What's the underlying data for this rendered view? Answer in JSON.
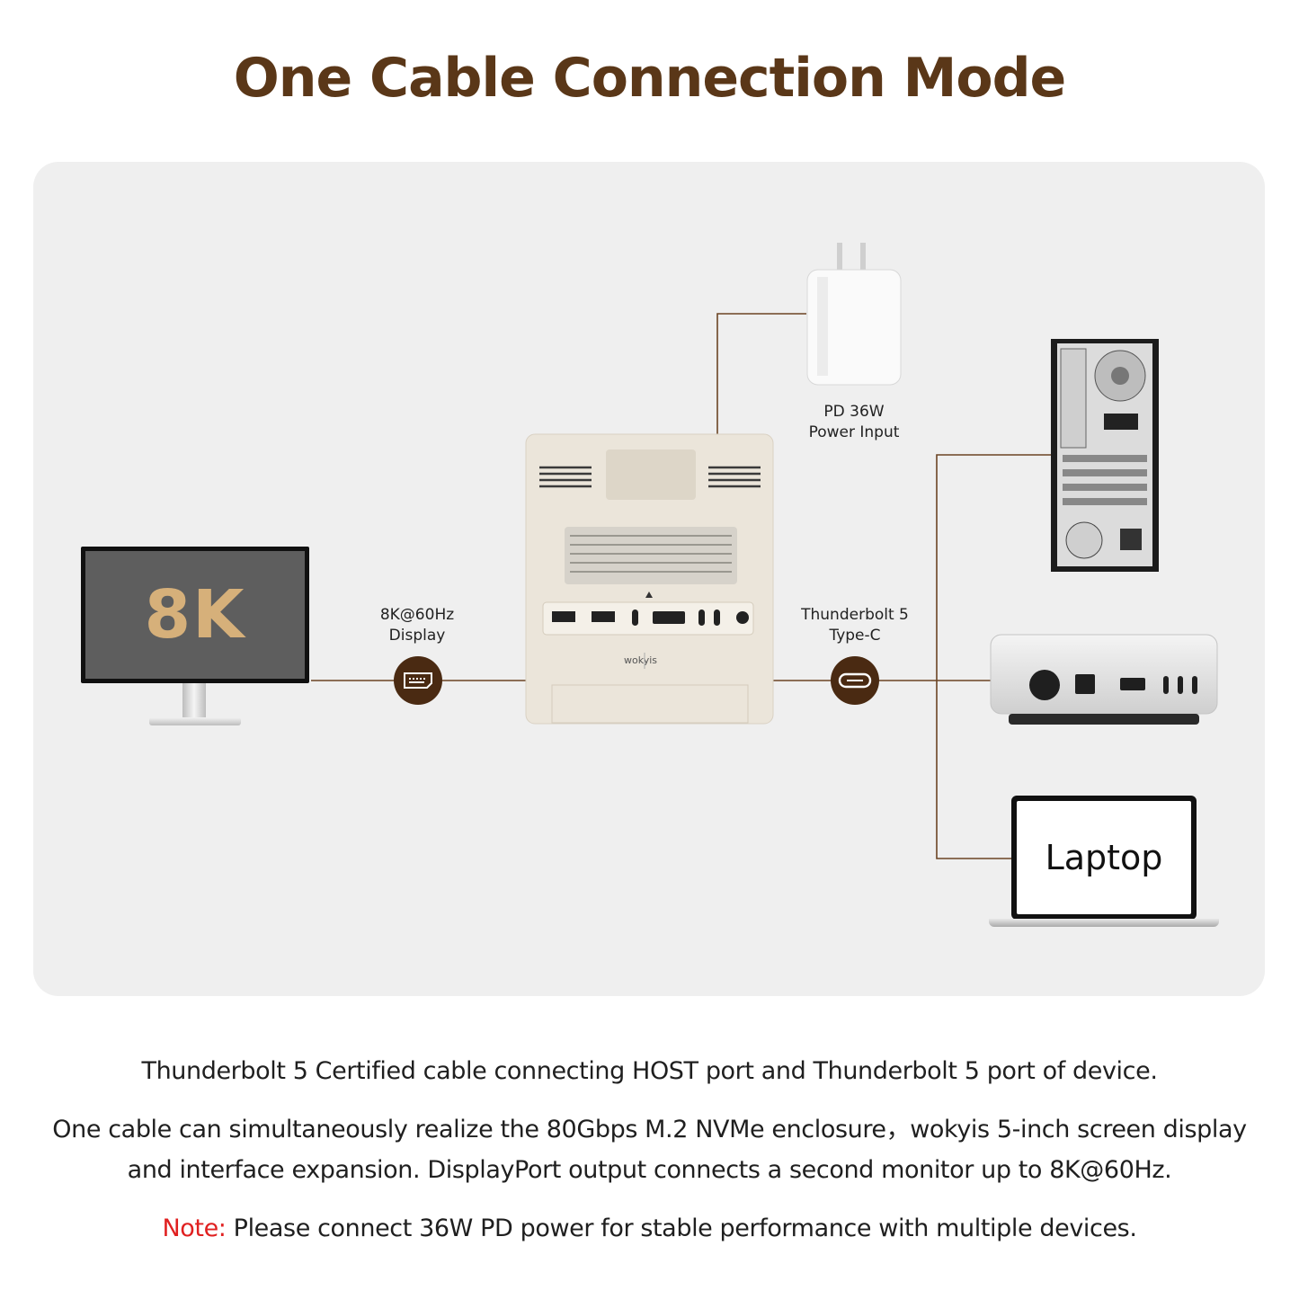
{
  "title": "One Cable Connection Mode",
  "devices": {
    "monitor_screen_text": "8K",
    "laptop_screen_text": "Laptop",
    "dock_brand": "wokyis"
  },
  "labels": {
    "display_line1": "8K@60Hz",
    "display_line2": "Display",
    "thunderbolt_line1": "Thunderbolt 5",
    "thunderbolt_line2": "Type-C",
    "power_line1": "PD 36W",
    "power_line2": "Power Input"
  },
  "captions": {
    "line1": "Thunderbolt 5 Certified cable connecting HOST port and Thunderbolt 5 port of device.",
    "line2": "One cable can simultaneously realize the 80Gbps M.2 NVMe enclosure，wokyis 5-inch screen display",
    "line3": "and interface expansion. DisplayPort output connects a second monitor up to 8K@60Hz.",
    "note_prefix": "Note:",
    "note_text": " Please connect 36W PD power for stable performance with multiple devices."
  },
  "colors": {
    "title": "#5a3718",
    "wire": "#6b4423",
    "badge": "#4a2a12",
    "panel": "#efefef",
    "note_prefix": "#e02020"
  },
  "icons": [
    "displayport-icon",
    "usb-c-icon",
    "power-adapter-icon",
    "pc-tower-icon",
    "mac-mini-icon"
  ]
}
